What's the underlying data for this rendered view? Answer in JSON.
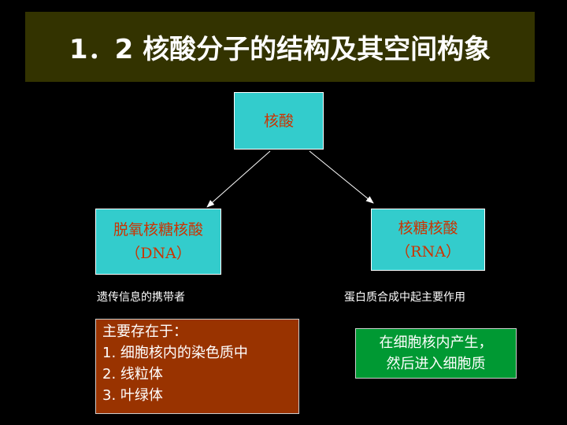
{
  "title": "1．2 核酸分子的结构及其空间构象",
  "root": {
    "label": "核酸"
  },
  "dna": {
    "name": "脱氧核糖核酸",
    "abbr": "（DNA）",
    "role": "遗传信息的携带者",
    "location_heading": "主要存在于：",
    "locations": [
      "1. 细胞核内的染色质中",
      "2. 线粒体",
      "3. 叶绿体"
    ]
  },
  "rna": {
    "name": "核糖核酸",
    "abbr": "（RNA）",
    "role": "蛋白质合成中起主要作用",
    "origin_lines": [
      "在细胞核内产生，",
      "然后进入细胞质"
    ]
  },
  "colors": {
    "background": "#000000",
    "title_bar": "#333300",
    "node_fill": "#33cccc",
    "node_text": "#cc3300",
    "dna_info_fill": "#993300",
    "rna_info_fill": "#009933"
  }
}
